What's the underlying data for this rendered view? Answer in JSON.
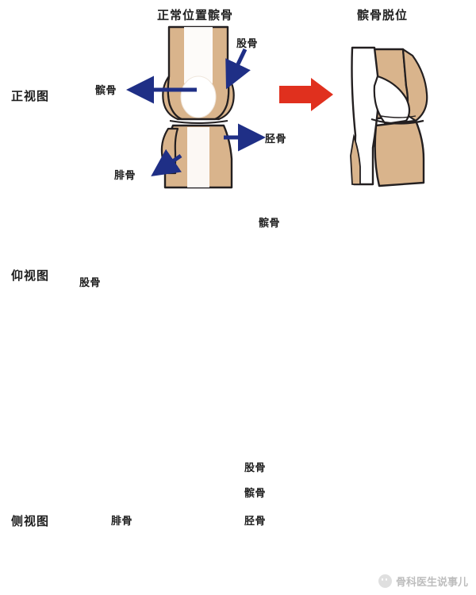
{
  "columns": {
    "normal": "正常位置髌骨",
    "dislocated": "髌骨脱位"
  },
  "rows": [
    {
      "label": "正视图"
    },
    {
      "label": "仰视图"
    },
    {
      "label": "侧视图"
    }
  ],
  "annotations": {
    "front": {
      "femur": "股骨",
      "patella": "髌骨",
      "tibia": "胫骨",
      "fibula": "腓骨"
    },
    "axial": {
      "patella": "髌骨",
      "femur": "股骨"
    },
    "lateral": {
      "femur": "股骨",
      "patella": "髌骨",
      "fibula": "腓骨",
      "tibia": "胫骨"
    }
  },
  "watermark": {
    "text": "骨科医生说事儿",
    "icon": "wechat-icon"
  },
  "colors": {
    "label_arrow": "#1f2f86",
    "transition_arrow": "#e0301e",
    "bone_front": "#d9b48c",
    "bone_axial": "#f0efc8",
    "cartilage": "#c49a72",
    "leg_skin": "#d8b3b0",
    "outline": "#231f20",
    "text": "#1e1e1e"
  }
}
